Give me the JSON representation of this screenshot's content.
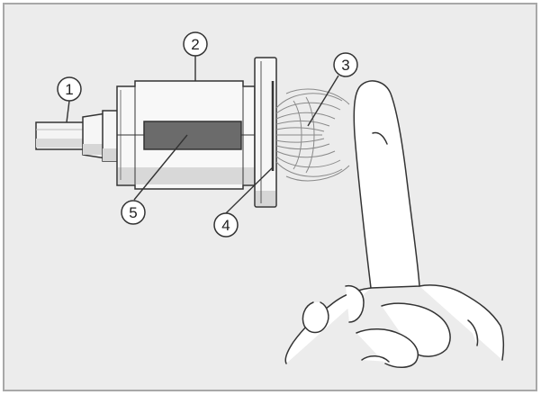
{
  "diagram": {
    "callouts": [
      {
        "id": "1",
        "label": "1"
      },
      {
        "id": "2",
        "label": "2"
      },
      {
        "id": "3",
        "label": "3"
      },
      {
        "id": "4",
        "label": "4"
      },
      {
        "id": "5",
        "label": "5"
      }
    ],
    "colors": {
      "background": "#ececec",
      "border": "#a8a8a8",
      "outline": "#333333",
      "sensor_element": "#6b6b6b",
      "shadow": "#d4d4d4"
    }
  }
}
